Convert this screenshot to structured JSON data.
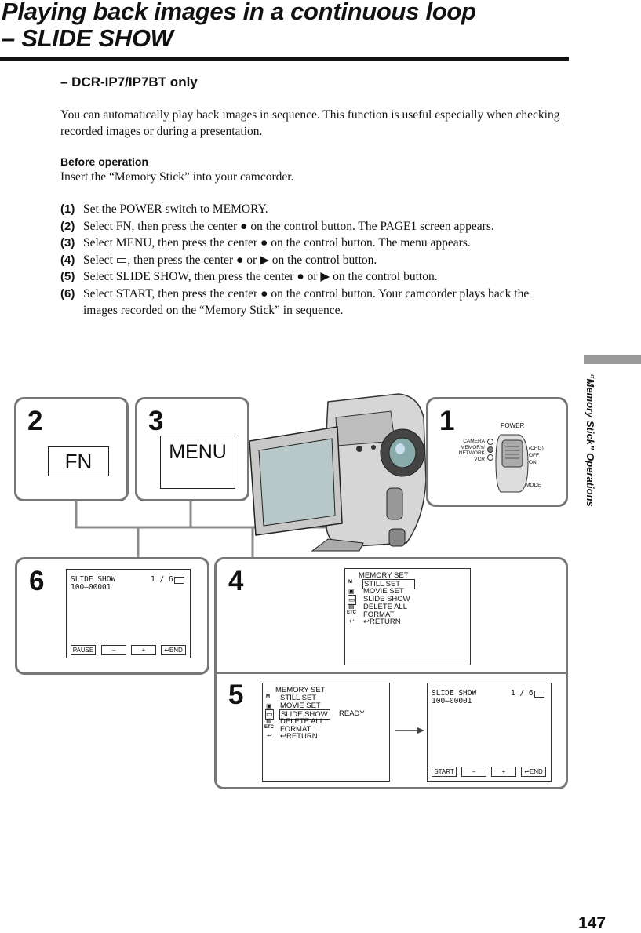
{
  "header": {
    "title_line1": "Playing back images in a continuous loop",
    "title_line2": "– SLIDE SHOW",
    "subtitle": "– DCR-IP7/IP7BT only"
  },
  "intro": "You can automatically play back images in sequence. This function is useful especially when checking recorded images or during a presentation.",
  "before": {
    "heading": "Before operation",
    "text": "Insert the “Memory Stick” into your camcorder."
  },
  "steps": [
    {
      "num": "(1)",
      "text": "Set the POWER switch to MEMORY."
    },
    {
      "num": "(2)",
      "text": "Select FN, then press the center ● on the control button. The PAGE1 screen appears."
    },
    {
      "num": "(3)",
      "text": "Select MENU, then press the center ● on the control button. The menu appears."
    },
    {
      "num": "(4)",
      "text": "Select ▭, then press the center ● or ▶ on the control button."
    },
    {
      "num": "(5)",
      "text": "Select SLIDE SHOW, then press the center ● or ▶ on the control button."
    },
    {
      "num": "(6)",
      "text": "Select START, then press the center ● on the control button. Your camcorder plays back the images recorded on the “Memory Stick” in sequence."
    }
  ],
  "side_label": "“Memory Stick” Operations",
  "page_number": "147",
  "figure": {
    "step1": {
      "num": "1",
      "power_label": "POWER",
      "left_labels": [
        "CAMERA",
        "MEMORY/",
        "NETWORK",
        "VCR"
      ],
      "right_labels": [
        "(CHG)",
        "OFF",
        "ON",
        "MODE"
      ]
    },
    "step2": {
      "num": "2",
      "button": "FN"
    },
    "step3": {
      "num": "3",
      "button": "MENU"
    },
    "step4": {
      "num": "4",
      "menu_title": "MEMORY SET",
      "items": [
        "STILL SET",
        "MOVIE SET",
        "SLIDE SHOW",
        "DELETE ALL",
        "FORMAT",
        "RETURN"
      ]
    },
    "step5": {
      "num": "5",
      "menu_title": "MEMORY SET",
      "items": [
        "STILL SET",
        "MOVIE SET",
        "SLIDE SHOW",
        "DELETE ALL",
        "FORMAT",
        "RETURN"
      ],
      "ready": "READY",
      "screen_title": "SLIDE SHOW",
      "screen_count": "1 / 6",
      "screen_file": "100–00001",
      "buttons": [
        "START",
        "–",
        "+",
        "END"
      ]
    },
    "step6": {
      "num": "6",
      "screen_title": "SLIDE SHOW",
      "screen_count": "1 / 6",
      "screen_file": "100–00001",
      "buttons": [
        "PAUSE",
        "–",
        "+",
        "END"
      ]
    },
    "menu_icons": [
      "M",
      "▣",
      "▭",
      "▤",
      "ETC",
      "↩"
    ]
  }
}
